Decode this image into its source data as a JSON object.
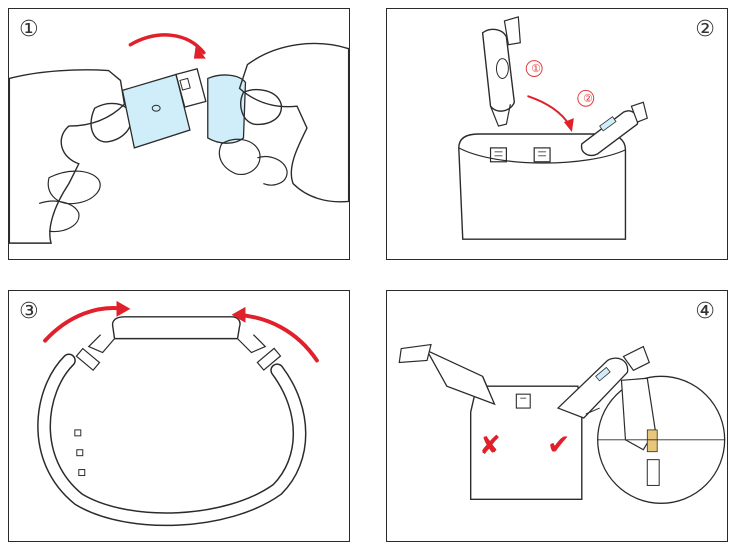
{
  "steps": [
    {
      "id": 1,
      "number": "①"
    },
    {
      "id": 2,
      "number": "②",
      "sub_steps": [
        "①",
        "②"
      ]
    },
    {
      "id": 3,
      "number": "③"
    },
    {
      "id": 4,
      "number": "④",
      "marks": {
        "wrong": "✘",
        "right": "✔"
      }
    }
  ],
  "colors": {
    "arrow": "#e0202a",
    "outline": "#2b2b2b",
    "device_tint": "#cfeefa",
    "sub_step": "#e23b3b"
  }
}
